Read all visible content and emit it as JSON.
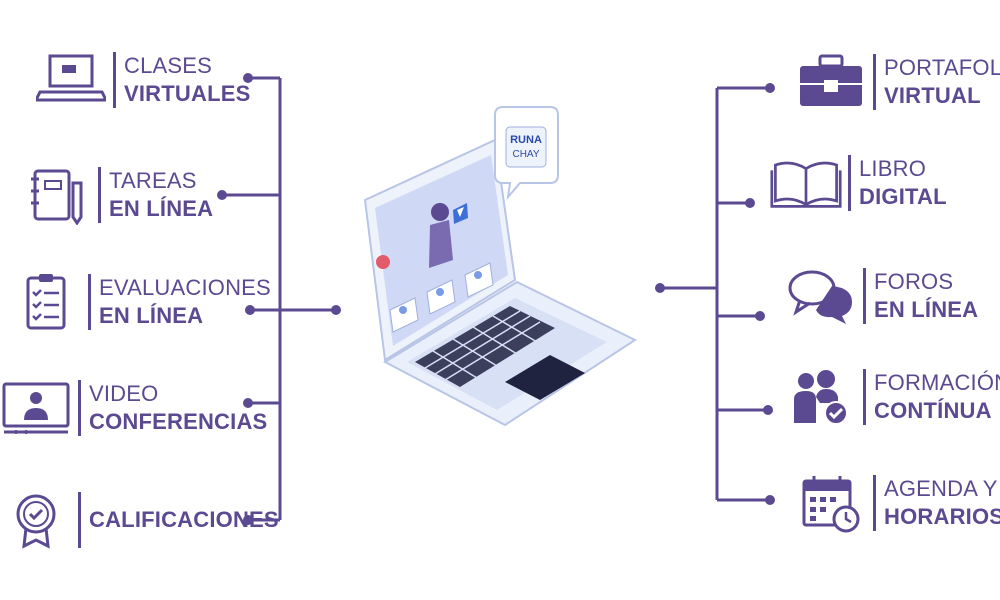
{
  "colors": {
    "accent": "#5b4a91",
    "accent_light": "#7a6bb0",
    "screen": "#cfd9f5",
    "laptop_body": "#eaf0fb"
  },
  "logo": {
    "line1": "RUNA",
    "line2": "CHAY"
  },
  "left_items": [
    {
      "name": "clases",
      "icon": "laptop-icon",
      "line1": "CLASES",
      "line2": "VIRTUALES"
    },
    {
      "name": "tareas",
      "icon": "notebook-icon",
      "line1": "TAREAS",
      "line2": "EN LÍNEA"
    },
    {
      "name": "evaluaciones",
      "icon": "checklist-icon",
      "line1": "EVALUACIONES",
      "line2": "EN LÍNEA"
    },
    {
      "name": "video",
      "icon": "monitor-user-icon",
      "line1": "VIDEO",
      "line2": "CONFERENCIAS"
    },
    {
      "name": "calificaciones",
      "icon": "badge-check-icon",
      "line1": "",
      "line2": "CALIFICACIONES"
    }
  ],
  "right_items": [
    {
      "name": "portafolio",
      "icon": "briefcase-icon",
      "line1": "PORTAFOLIO",
      "line2": "VIRTUAL"
    },
    {
      "name": "libro",
      "icon": "open-book-icon",
      "line1": "LIBRO",
      "line2": "DIGITAL"
    },
    {
      "name": "foros",
      "icon": "chat-bubbles-icon",
      "line1": "FOROS",
      "line2": "EN LÍNEA"
    },
    {
      "name": "formacion",
      "icon": "people-check-icon",
      "line1": "FORMACIÓN",
      "line2": "CONTÍNUA"
    },
    {
      "name": "agenda",
      "icon": "calendar-clock-icon",
      "line1": "AGENDA Y",
      "line2": "HORARIOS"
    }
  ]
}
